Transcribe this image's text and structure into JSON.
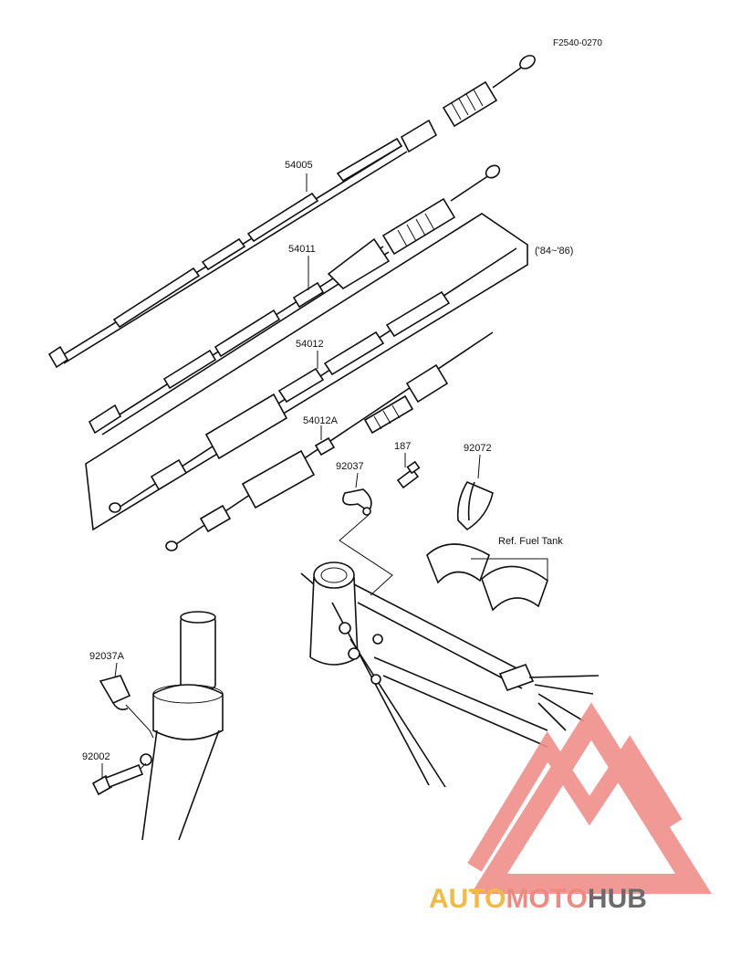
{
  "diagram": {
    "ref_code": "F2540-0270",
    "labels": {
      "p54005": "54005",
      "p54011": "54011",
      "years": "('84~'86)",
      "p54012": "54012",
      "p54012A": "54012A",
      "p92037": "92037",
      "p187": "187",
      "p92072": "92072",
      "ref_fuel_tank": "Ref. Fuel Tank",
      "p92037A": "92037A",
      "p92002": "92002"
    }
  },
  "watermark": {
    "part1": "AUTO",
    "part2": "MOTO",
    "part3": "HUB",
    "colors": {
      "gold": "#f4b942",
      "coral": "#f08a80",
      "gray": "#6b6b6b",
      "triangle": "#ef8f8a"
    }
  }
}
